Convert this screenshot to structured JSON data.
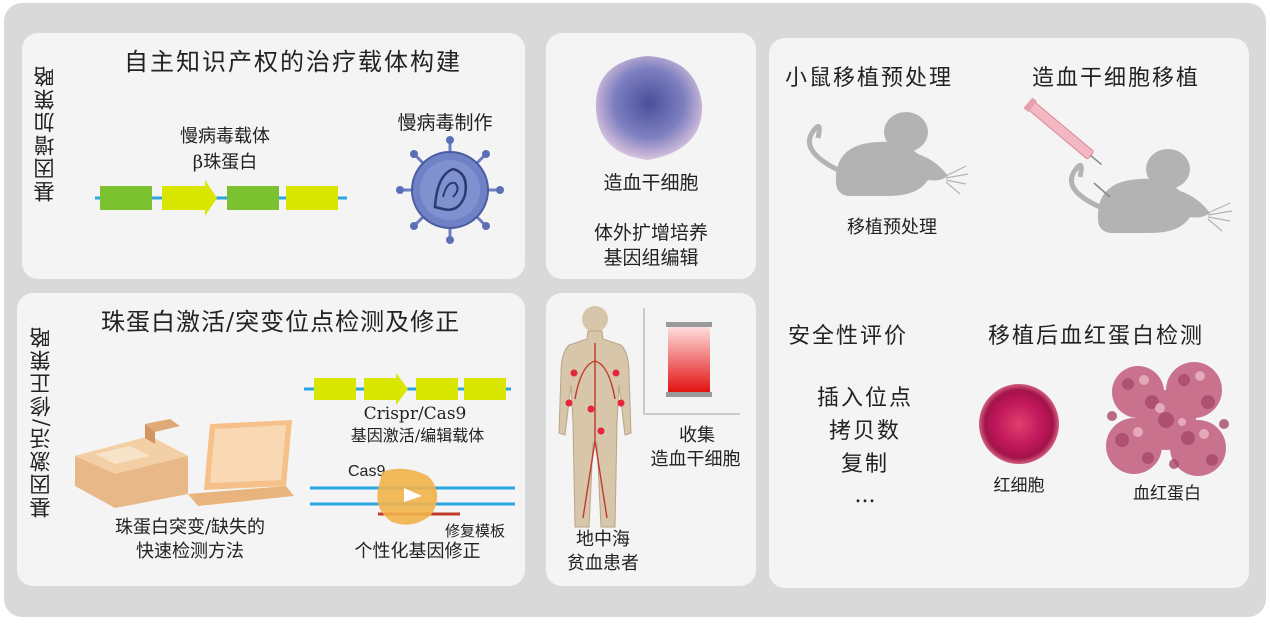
{
  "colors": {
    "frame": "#d9d9d9",
    "panel": "#f4f4f4",
    "green_block": "#7cc12f",
    "yellow_block": "#d9e600",
    "dna_line": "#2aa6e0",
    "mouse": "#b3b3b3",
    "virus": "#5b6fb5",
    "stem_cell": "#6a72b8",
    "red_cell": "#c2185b",
    "cas9": "#f2b24a"
  },
  "panel_a": {
    "side_label": "基因增加策略",
    "title": "自主知识产权的治疗载体构建",
    "vector_label_1": "慢病毒载体",
    "vector_label_2": "β珠蛋白",
    "virus_label": "慢病毒制作"
  },
  "panel_b": {
    "side_label": "基因激活/修正策略",
    "title": "珠蛋白激活/突变位点检测及修正",
    "vector_label_1": "Crispr/Cas9",
    "vector_label_2": "基因激活/编辑载体",
    "cas9_label": "Cas9",
    "template_label": "修复模板",
    "detect_label_1": "珠蛋白突变/缺失的",
    "detect_label_2": "快速检测方法",
    "correct_label": "个性化基因修正"
  },
  "panel_c": {
    "cell_label": "造血干细胞",
    "step_1": "体外扩增培养",
    "step_2": "基因组编辑"
  },
  "panel_d": {
    "collect_1": "收集",
    "collect_2": "造血干细胞",
    "patient_1": "地中海",
    "patient_2": "贫血患者"
  },
  "panel_e": {
    "title_left": "小鼠移植预处理",
    "title_right": "造血干细胞移植",
    "mouse_label": "移植预处理",
    "safety_title": "安全性评价",
    "safety_items": [
      "插入位点",
      "拷贝数",
      "复制",
      "..."
    ],
    "hb_title": "移植后血红蛋白检测",
    "rbc_label": "红细胞",
    "hb_label": "血红蛋白"
  }
}
